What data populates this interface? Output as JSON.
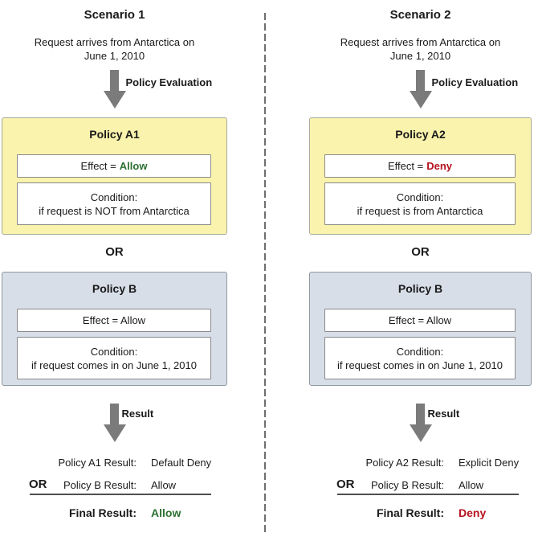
{
  "colors": {
    "allow_green": "#2D7032",
    "deny_red": "#B6121F",
    "policy_a_fill": "#FAF3AD",
    "policy_b_fill": "#D7DEE8",
    "arrow_gray": "#7B7B7B",
    "divider_gray": "#6E6E6E"
  },
  "scenarios": [
    {
      "title": "Scenario 1",
      "request_line1": "Request arrives from Antarctica on",
      "request_line2": "June 1, 2010",
      "policy_evaluation_label": "Policy Evaluation",
      "policy_a": {
        "header": "Policy A1",
        "effect_prefix": "Effect =",
        "effect_value": "Allow",
        "condition_line1": "Condition:",
        "condition_line2": "if request is NOT from Antarctica"
      },
      "or_label": "OR",
      "policy_b": {
        "header": "Policy B",
        "effect_text": "Effect = Allow",
        "condition_line1": "Condition:",
        "condition_line2": "if request comes in on June 1, 2010"
      },
      "result_arrow_label": "Result",
      "results": {
        "row1_label": "Policy A1 Result:",
        "row1_value": "Default Deny",
        "or_label": "OR",
        "row2_label": "Policy B Result:",
        "row2_value": "Allow",
        "final_label": "Final Result:",
        "final_value": "Allow"
      }
    },
    {
      "title": "Scenario 2",
      "request_line1": "Request arrives from Antarctica on",
      "request_line2": "June 1, 2010",
      "policy_evaluation_label": "Policy Evaluation",
      "policy_a": {
        "header": "Policy A2",
        "effect_prefix": "Effect =",
        "effect_value": "Deny",
        "condition_line1": "Condition:",
        "condition_line2": "if request is from Antarctica"
      },
      "or_label": "OR",
      "policy_b": {
        "header": "Policy B",
        "effect_text": "Effect = Allow",
        "condition_line1": "Condition:",
        "condition_line2": "if request comes in on June 1, 2010"
      },
      "result_arrow_label": "Result",
      "results": {
        "row1_label": "Policy A2 Result:",
        "row1_value": "Explicit Deny",
        "or_label": "OR",
        "row2_label": "Policy B Result:",
        "row2_value": "Allow",
        "final_label": "Final Result:",
        "final_value": "Deny"
      }
    }
  ]
}
